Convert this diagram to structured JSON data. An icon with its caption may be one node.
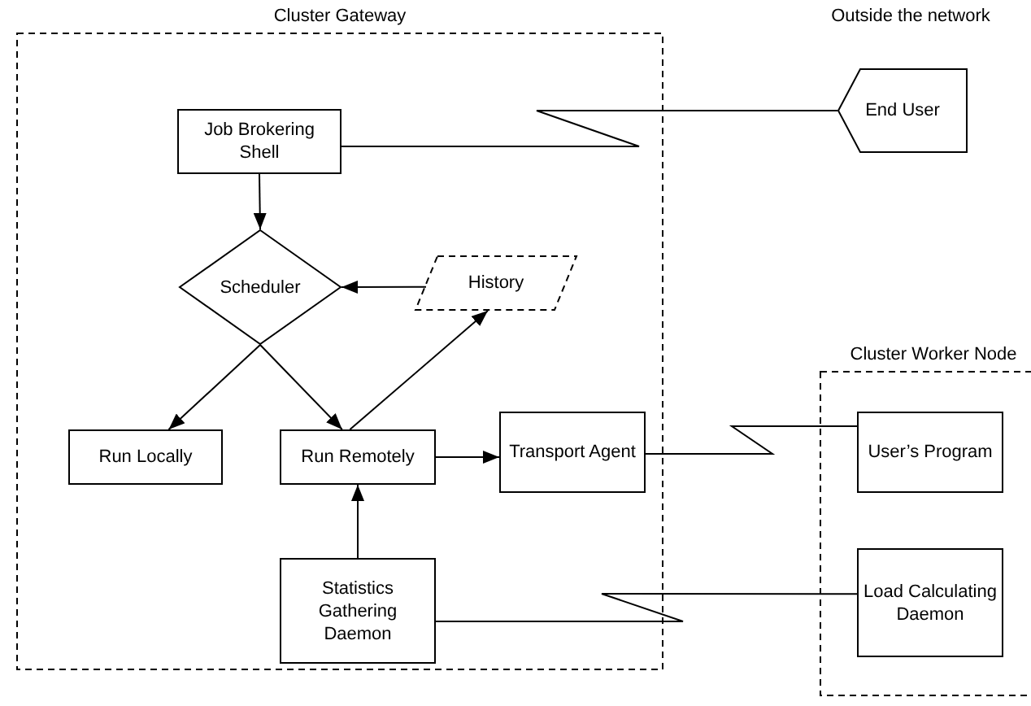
{
  "diagram": {
    "nodes": [
      {
        "text": [
          "Cluster Gateway"
        ]
      },
      {
        "text": [
          "Job Brokering Shell"
        ],
        "in": 0
      },
      {
        "text": [
          "Scheduler"
        ],
        "in": 0
      },
      {
        "text": [
          "History"
        ],
        "in": 0
      },
      {
        "text": [
          "Run Locally"
        ],
        "in": 0
      },
      {
        "text": [
          "Run Remotely"
        ],
        "in": 0
      },
      {
        "text": [
          "Transport Agent"
        ],
        "in": 0
      },
      {
        "text": [
          "Statistics Gathering Daemon"
        ],
        "in": 0
      },
      {
        "text": [
          "End User"
        ]
      },
      {
        "text": [
          "Cluster Worker Node"
        ]
      },
      {
        "text": [
          "User’s Program"
        ],
        "in": 9
      },
      {
        "text": [
          "Load Calculating Daemon"
        ],
        "in": 9
      }
    ],
    "edges": [
      {
        "from": 1,
        "to": 2,
        "arrow": "to"
      },
      {
        "from": 3,
        "to": 2,
        "arrow": "to"
      },
      {
        "from": 2,
        "to": 4,
        "arrow": "to"
      },
      {
        "from": 2,
        "to": 5,
        "arrow": "to"
      },
      {
        "from": 5,
        "to": 3,
        "arrow": "to"
      },
      {
        "from": 5,
        "to": 6,
        "arrow": "to"
      },
      {
        "from": 7,
        "to": 5,
        "arrow": "to"
      },
      {
        "from": 1,
        "to": 8,
        "arrow": "none"
      },
      {
        "from": 6,
        "to": 10,
        "arrow": "none"
      },
      {
        "from": 7,
        "to": 11,
        "arrow": "none"
      }
    ],
    "labels": [
      "Outside the network"
    ]
  }
}
